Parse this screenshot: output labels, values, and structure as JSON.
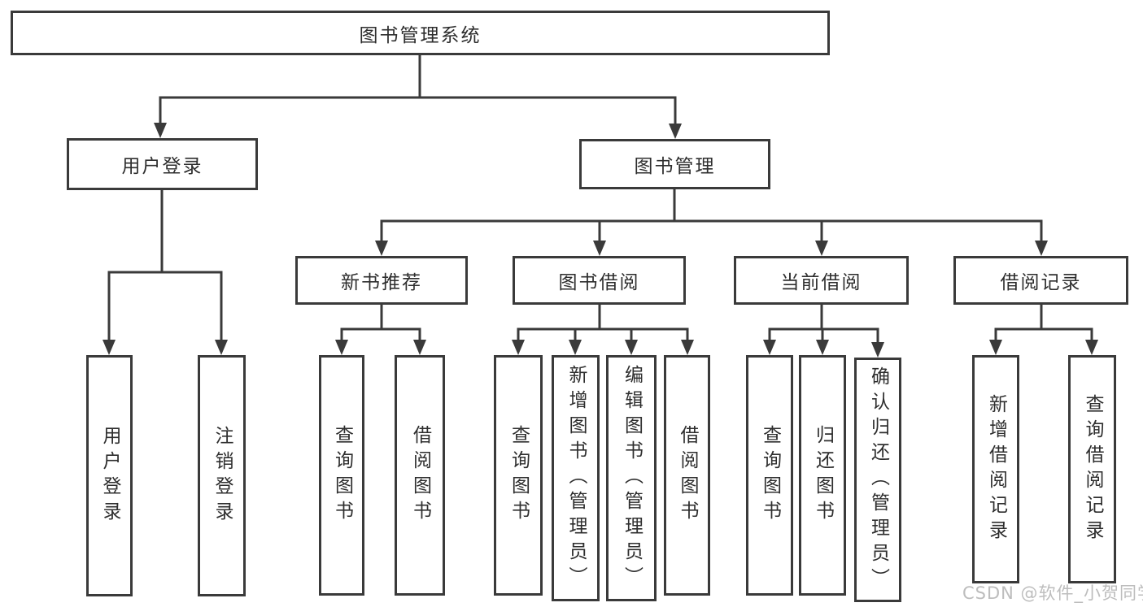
{
  "diagram": {
    "title": "图书管理系统",
    "watermark": "CSDN @软件_小贺同学",
    "colors": {
      "line": "#3a3a3a",
      "box_border": "#3a3a3a",
      "text": "#2e2e2e",
      "watermark": "#b9b9b9",
      "background": "#ffffff"
    },
    "nodes": {
      "root": "图书管理系统",
      "userLogin": "用户登录",
      "bookMgmt": "图书管理",
      "newBooks": "新书推荐",
      "bookBorrow": "图书借阅",
      "currentBorrow": "当前借阅",
      "borrowRecords": "借阅记录",
      "leafUserLogin": "用户登录",
      "leafLogout": "注销登录",
      "nbQuery": "查询图书",
      "nbBorrow": "借阅图书",
      "bbQuery": "查询图书",
      "bbAdd": "新增图书（管理员）",
      "bbEdit": "编辑图书（管理员）",
      "bbBorrow": "借阅图书",
      "cbQuery": "查询图书",
      "cbReturn": "归还图书",
      "cbConfirm": "确认归还（管理员）",
      "brAdd": "新增借阅记录",
      "brQuery": "查询借阅记录"
    },
    "tree": {
      "root": "图书管理系统",
      "children": [
        {
          "label": "用户登录",
          "children": [
            "用户登录",
            "注销登录"
          ]
        },
        {
          "label": "图书管理",
          "children": [
            {
              "label": "新书推荐",
              "children": [
                "查询图书",
                "借阅图书"
              ]
            },
            {
              "label": "图书借阅",
              "children": [
                "查询图书",
                "新增图书（管理员）",
                "编辑图书（管理员）",
                "借阅图书"
              ]
            },
            {
              "label": "当前借阅",
              "children": [
                "查询图书",
                "归还图书",
                "确认归还（管理员）"
              ]
            },
            {
              "label": "借阅记录",
              "children": [
                "新增借阅记录",
                "查询借阅记录"
              ]
            }
          ]
        }
      ]
    }
  }
}
